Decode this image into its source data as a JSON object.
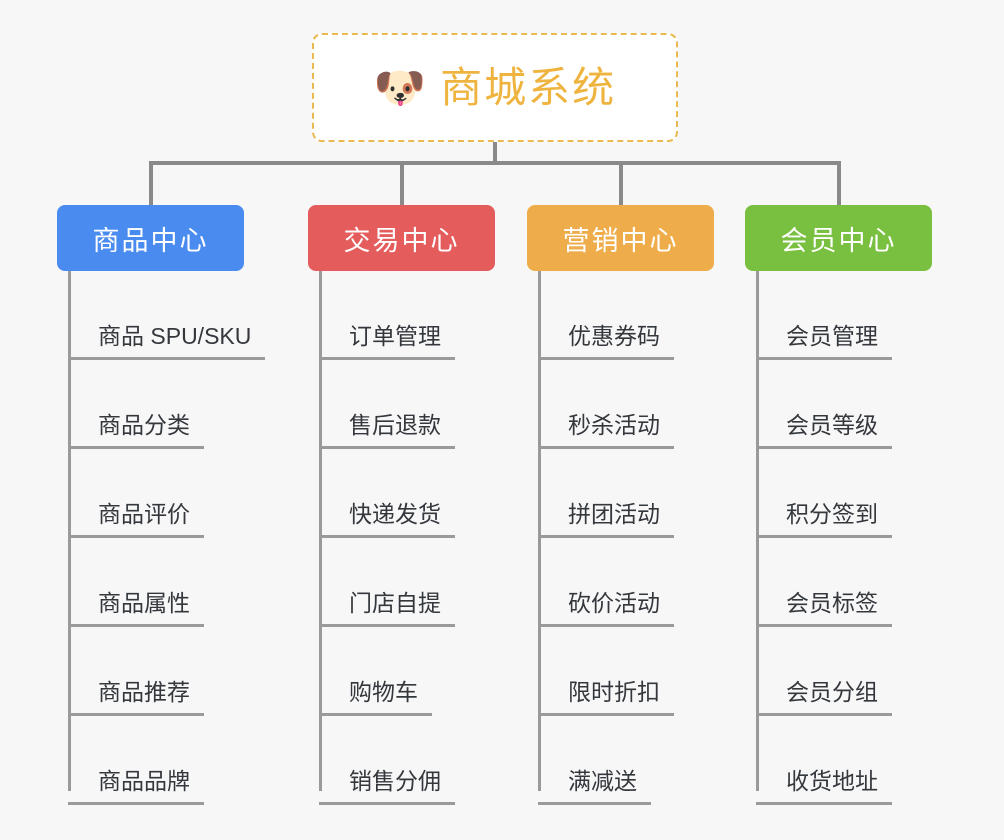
{
  "root": {
    "icon": "dog-face-icon",
    "icon_glyph": "🐶",
    "title": "商城系统",
    "title_color": "#eeb43f",
    "border_color": "#eab94f"
  },
  "branches": [
    {
      "label": "商品中心",
      "color": "#4a8bf0",
      "items": [
        {
          "label": "商品 SPU/SKU"
        },
        {
          "label": "商品分类"
        },
        {
          "label": "商品评价"
        },
        {
          "label": "商品属性"
        },
        {
          "label": "商品推荐"
        },
        {
          "label": "商品品牌"
        }
      ]
    },
    {
      "label": "交易中心",
      "color": "#e45c5c",
      "items": [
        {
          "label": "订单管理"
        },
        {
          "label": "售后退款"
        },
        {
          "label": "快递发货"
        },
        {
          "label": "门店自提"
        },
        {
          "label": "购物车"
        },
        {
          "label": "销售分佣"
        }
      ]
    },
    {
      "label": "营销中心",
      "color": "#eead4a",
      "items": [
        {
          "label": "优惠券码"
        },
        {
          "label": "秒杀活动"
        },
        {
          "label": "拼团活动"
        },
        {
          "label": "砍价活动"
        },
        {
          "label": "限时折扣"
        },
        {
          "label": "满减送"
        }
      ]
    },
    {
      "label": "会员中心",
      "color": "#79c040",
      "items": [
        {
          "label": "会员管理"
        },
        {
          "label": "会员等级"
        },
        {
          "label": "积分签到"
        },
        {
          "label": "会员标签"
        },
        {
          "label": "会员分组"
        },
        {
          "label": "收货地址"
        }
      ]
    }
  ],
  "canvas": {
    "background": "#f7f7f7",
    "connector_color": "#8a8a8a"
  }
}
